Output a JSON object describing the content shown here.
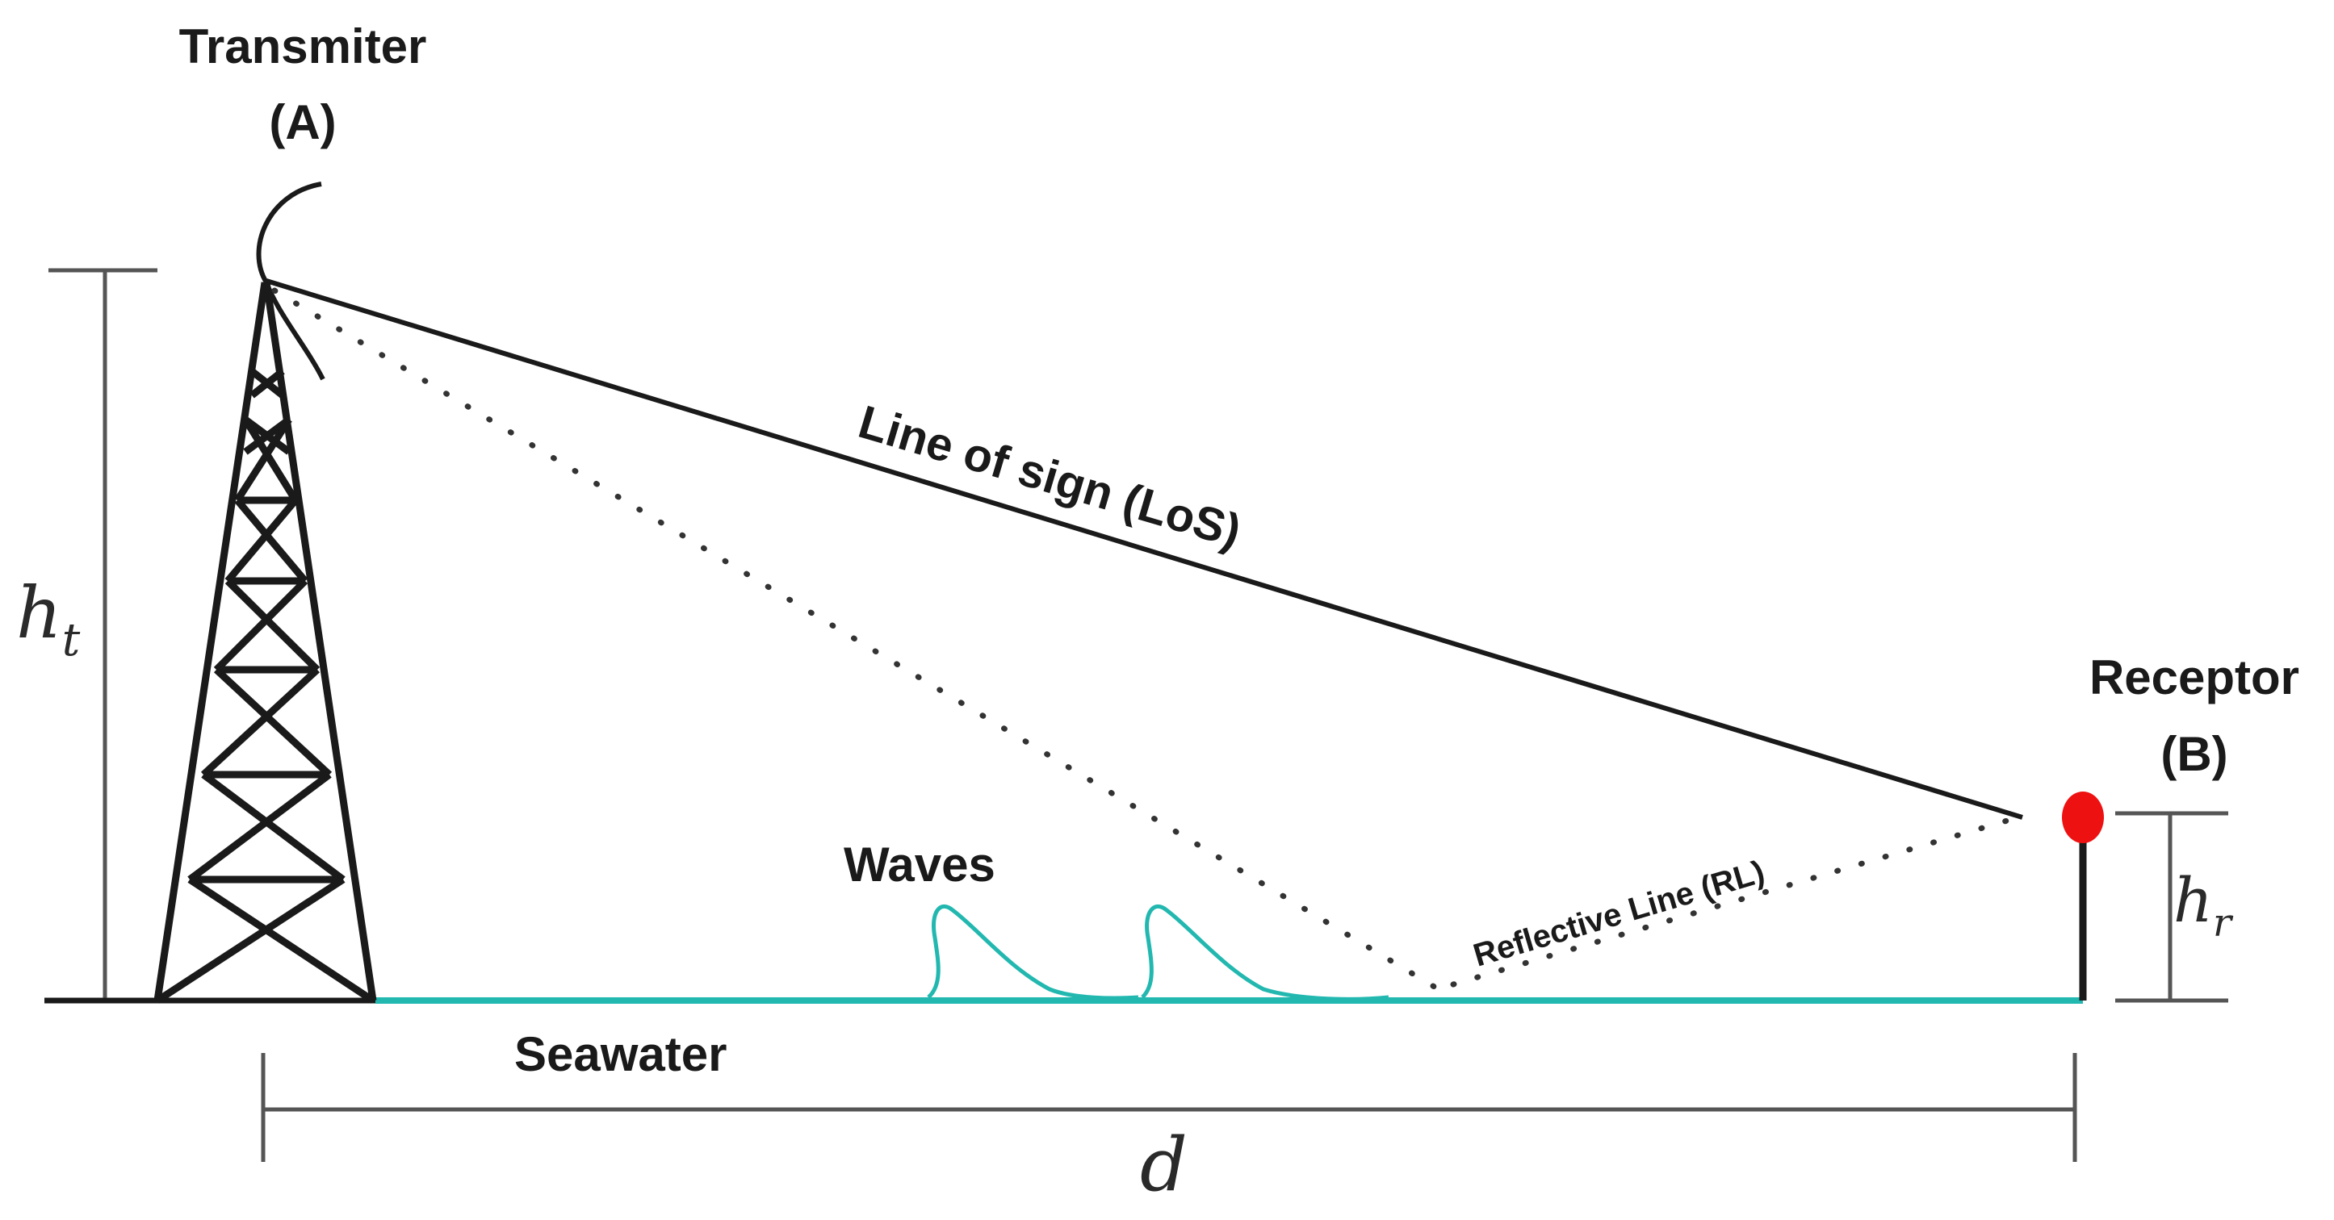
{
  "labels": {
    "transmitter_line1": "Transmiter",
    "transmitter_line2": "(A)",
    "receptor_line1": "Receptor",
    "receptor_line2": "(B)",
    "line_of_sight": "Line of sign (LoS)",
    "reflective_line": "Reflective Line (RL)",
    "waves": "Waves",
    "seawater": "Seawater",
    "ht_base": "h",
    "ht_sub": "t",
    "hr_base": "h",
    "hr_sub": "r",
    "distance": "d"
  },
  "colors": {
    "line": "#1a1a1a",
    "dimension": "#555555",
    "seawater": "#22b8b0",
    "receiver_dot": "#ee1111",
    "dotted_path": "#333333"
  },
  "icons": {
    "tower": "lattice-tower-icon",
    "dish": "antenna-dish-icon",
    "receiver": "receiver-antenna-icon"
  }
}
